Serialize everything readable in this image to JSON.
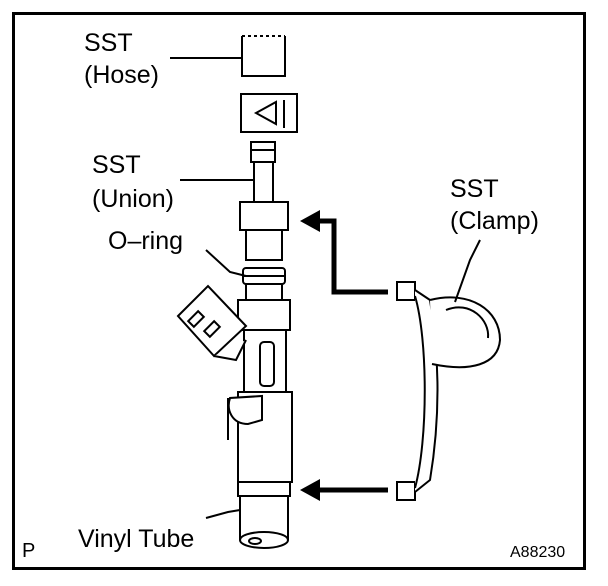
{
  "labels": {
    "sst_hose_line1": "SST",
    "sst_hose_line2": "(Hose)",
    "sst_union_line1": "SST",
    "sst_union_line2": "(Union)",
    "o_ring": "O–ring",
    "sst_clamp_line1": "SST",
    "sst_clamp_line2": "(Clamp)",
    "vinyl_tube": "Vinyl Tube",
    "corner_mark": "P",
    "figure_code": "A88230"
  }
}
